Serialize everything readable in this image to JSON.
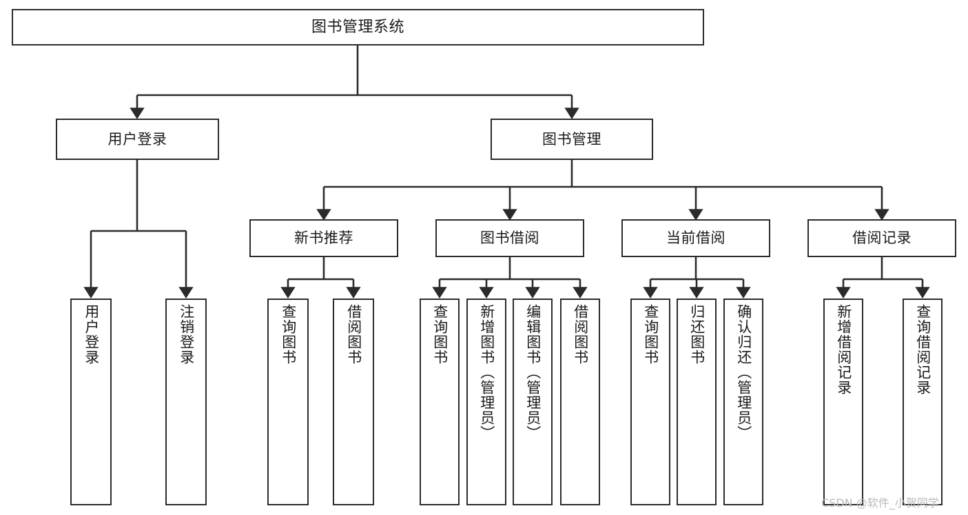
{
  "diagram": {
    "type": "tree",
    "title": "图书管理系统",
    "orientation": "top-down",
    "colors": {
      "box_border": "#2b2b2b",
      "box_fill": "#ffffff",
      "edge": "#2b2b2b",
      "text": "#1a1a1a",
      "watermark": "#b9b9b9",
      "background": "#ffffff"
    },
    "watermark": "CSDN @软件_小贺同学",
    "nodes": {
      "root": {
        "label": "图书管理系统"
      },
      "level2": [
        {
          "label": "用户登录"
        },
        {
          "label": "图书管理"
        }
      ],
      "level3": [
        {
          "label": "新书推荐"
        },
        {
          "label": "图书借阅"
        },
        {
          "label": "当前借阅"
        },
        {
          "label": "借阅记录"
        }
      ],
      "leaves": {
        "user_login": [
          {
            "label": "用户登录"
          },
          {
            "label": "注销登录"
          }
        ],
        "new_book_recommend": [
          {
            "label": "查询图书"
          },
          {
            "label": "借阅图书"
          }
        ],
        "book_borrow": [
          {
            "label": "查询图书"
          },
          {
            "label": "新增图书（管理员）"
          },
          {
            "label": "编辑图书（管理员）"
          },
          {
            "label": "借阅图书"
          }
        ],
        "current_borrow": [
          {
            "label": "查询图书"
          },
          {
            "label": "归还图书"
          },
          {
            "label": "确认归还（管理员）"
          }
        ],
        "borrow_record": [
          {
            "label": "新增借阅记录"
          },
          {
            "label": "查询借阅记录"
          }
        ]
      }
    }
  }
}
